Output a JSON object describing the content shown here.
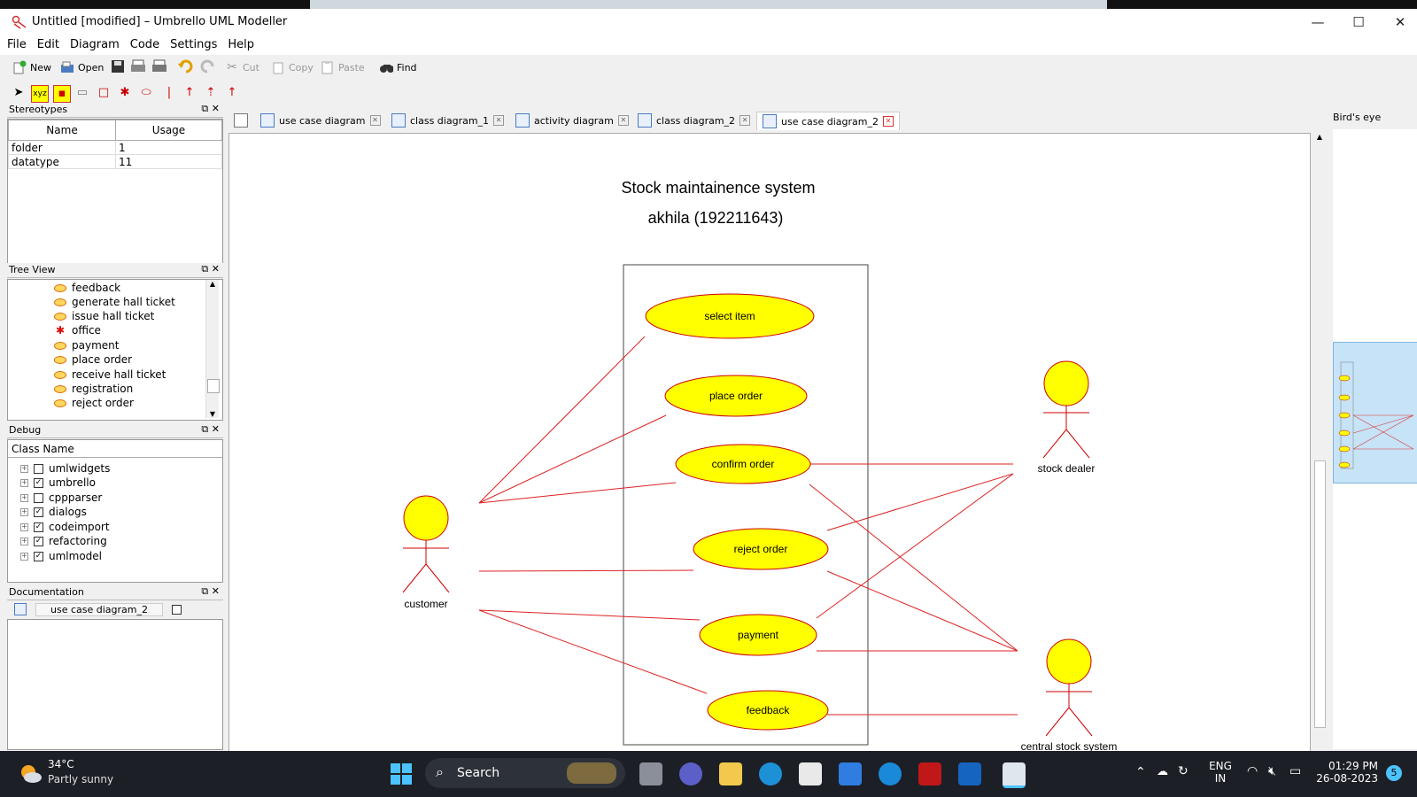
{
  "window": {
    "title": "Untitled [modified] – Umbrello UML Modeller",
    "minimize": "—",
    "maximize": "☐",
    "close": "✕"
  },
  "menu": [
    "File",
    "Edit",
    "Diagram",
    "Code",
    "Settings",
    "Help"
  ],
  "toolbar": {
    "new": "New",
    "open": "Open",
    "cut": "Cut",
    "copy": "Copy",
    "paste": "Paste",
    "find": "Find"
  },
  "stereotypes": {
    "title": "Stereotypes",
    "col_name": "Name",
    "col_usage": "Usage",
    "rows": [
      {
        "name": "folder",
        "usage": "1"
      },
      {
        "name": "datatype",
        "usage": "11"
      }
    ]
  },
  "treeview": {
    "title": "Tree View",
    "items": [
      {
        "label": "feedback",
        "kind": "usecase"
      },
      {
        "label": "generate hall ticket",
        "kind": "usecase"
      },
      {
        "label": "issue hall ticket",
        "kind": "usecase"
      },
      {
        "label": "office",
        "kind": "actor"
      },
      {
        "label": "payment",
        "kind": "usecase"
      },
      {
        "label": "place order",
        "kind": "usecase"
      },
      {
        "label": "receive hall ticket",
        "kind": "usecase"
      },
      {
        "label": "registration",
        "kind": "usecase"
      },
      {
        "label": "reject order",
        "kind": "usecase"
      }
    ]
  },
  "debug": {
    "title": "Debug",
    "col": "Class Name",
    "items": [
      {
        "label": "umlwidgets",
        "checked": false
      },
      {
        "label": "umbrello",
        "checked": true
      },
      {
        "label": "cppparser",
        "checked": false
      },
      {
        "label": "dialogs",
        "checked": true
      },
      {
        "label": "codeimport",
        "checked": true
      },
      {
        "label": "refactoring",
        "checked": true
      },
      {
        "label": "umlmodel",
        "checked": true
      }
    ]
  },
  "documentation": {
    "title": "Documentation",
    "diagram": "use case diagram_2"
  },
  "tabs": [
    {
      "label": "use case diagram",
      "active": false
    },
    {
      "label": "class diagram_1",
      "active": false
    },
    {
      "label": "activity diagram",
      "active": false
    },
    {
      "label": "class diagram_2",
      "active": false
    },
    {
      "label": "use case diagram_2",
      "active": true
    }
  ],
  "birds_eye": {
    "title": "Bird's eye"
  },
  "diagram": {
    "title": "Stock maintainence system",
    "subtitle": "akhila (192211643)",
    "usecases": [
      "select item",
      "place order",
      "confirm order",
      "reject order",
      "payment",
      "feedback"
    ],
    "actors": [
      "customer",
      "stock dealer",
      "central stock system"
    ]
  },
  "taskbar": {
    "temp": "34°C",
    "weather": "Partly sunny",
    "search": "Search",
    "lang1": "ENG",
    "lang2": "IN",
    "time": "01:29 PM",
    "date": "26-08-2023",
    "badge": "5"
  },
  "colors": {
    "usecase_fill": "#ffff00",
    "usecase_stroke": "#cc0000",
    "link": "#dd2222"
  }
}
